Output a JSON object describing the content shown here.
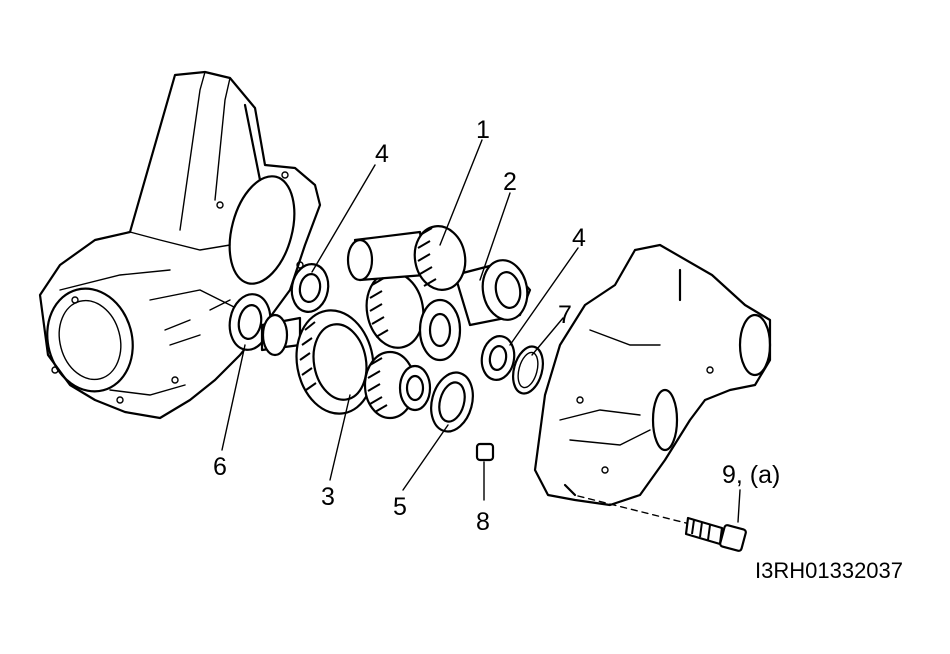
{
  "figure_code": "I3RH01332037",
  "callouts": [
    {
      "id": "1",
      "text": "1"
    },
    {
      "id": "2",
      "text": "2"
    },
    {
      "id": "3",
      "text": "3"
    },
    {
      "id": "4a",
      "text": "4"
    },
    {
      "id": "4b",
      "text": "4"
    },
    {
      "id": "5",
      "text": "5"
    },
    {
      "id": "6",
      "text": "6"
    },
    {
      "id": "7",
      "text": "7"
    },
    {
      "id": "8",
      "text": "8"
    },
    {
      "id": "9",
      "text": "9, (a)"
    }
  ]
}
